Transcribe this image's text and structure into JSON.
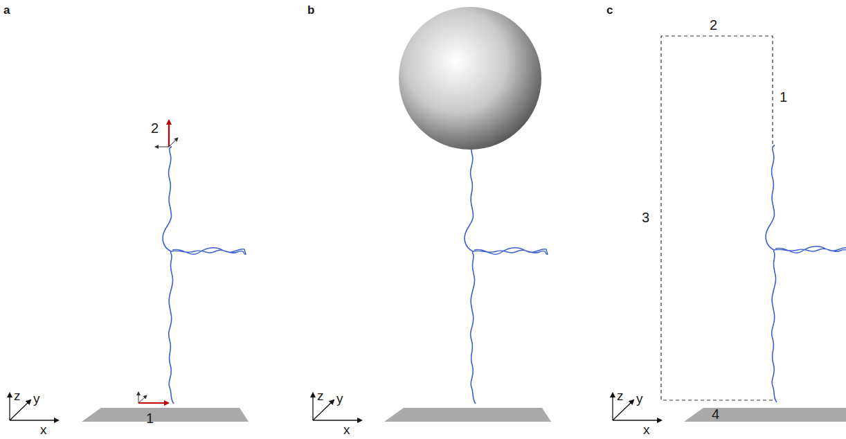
{
  "diagram": {
    "labels": [
      "a",
      "b",
      "c",
      "2",
      "1",
      "z",
      "y",
      "x",
      "z",
      "y",
      "x",
      "2",
      "1",
      "3",
      "4",
      "z",
      "y",
      "x"
    ]
  }
}
